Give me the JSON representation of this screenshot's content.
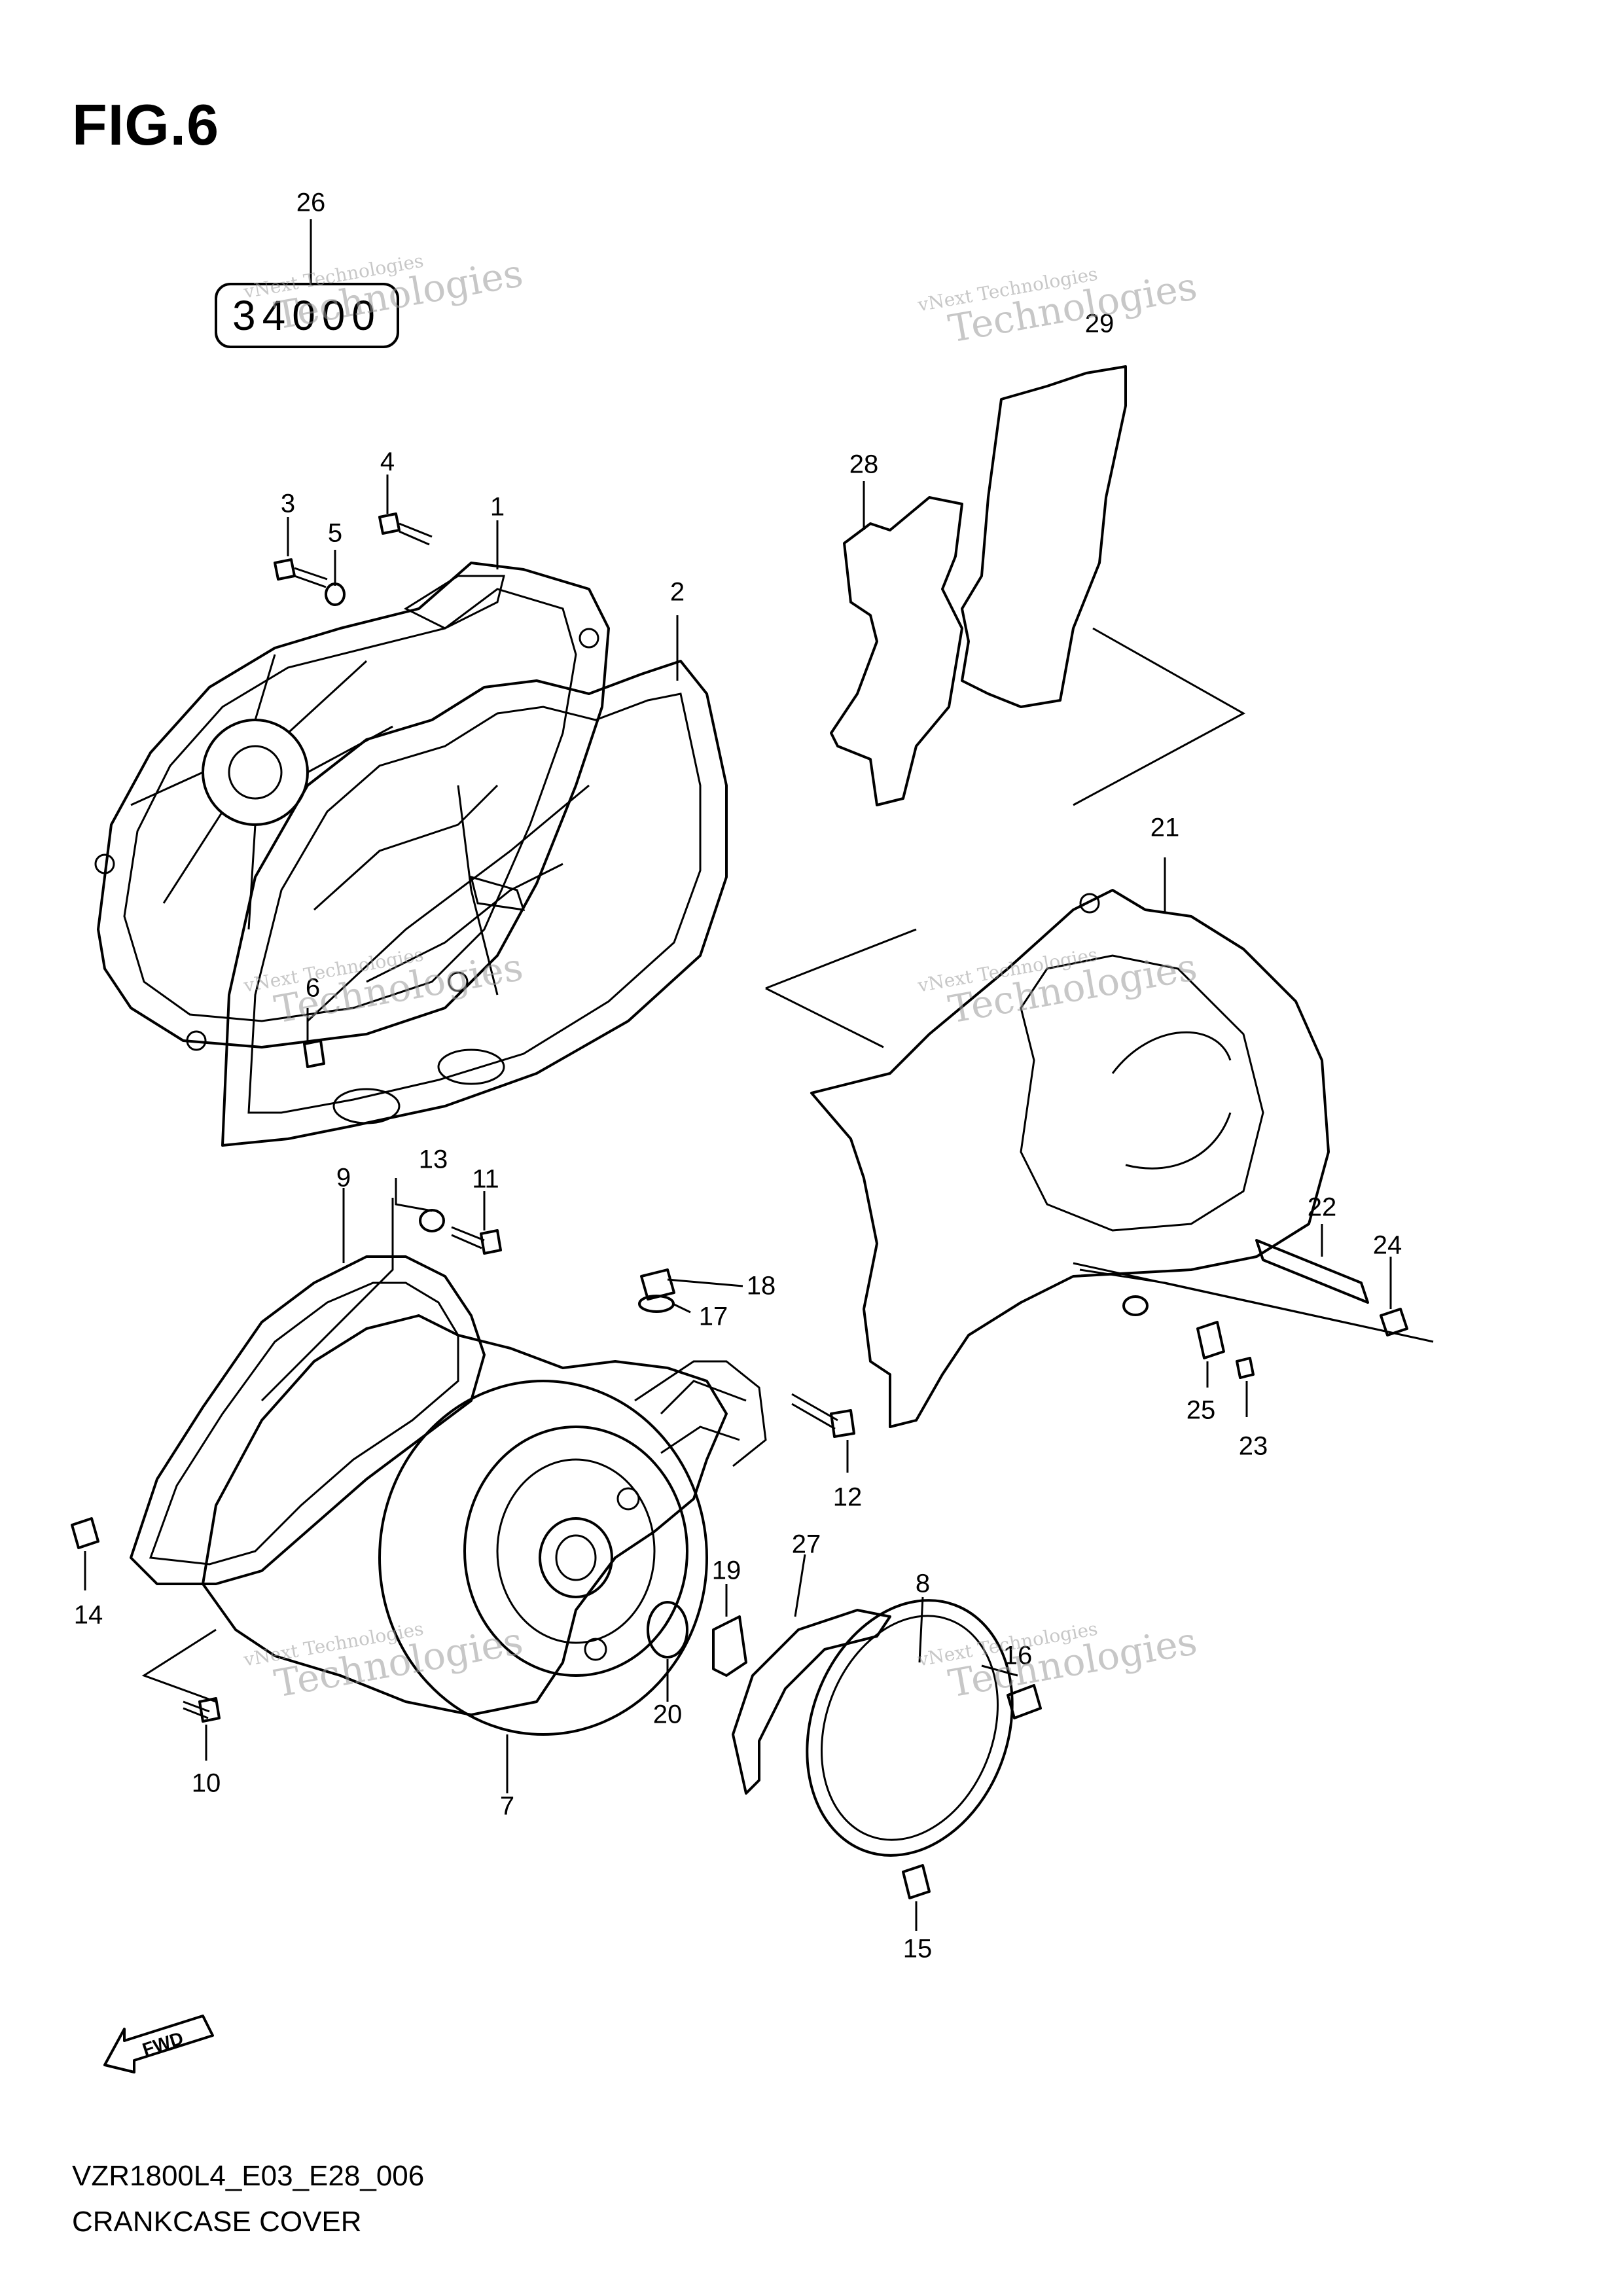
{
  "figure": {
    "label": "FIG.6",
    "model_code": "VZR1800L4_E03_E28_006",
    "section_title": "CRANKCASE COVER",
    "fwd_label": "FWD"
  },
  "part_code_box": {
    "text": "34000"
  },
  "callouts": [
    "1",
    "2",
    "3",
    "4",
    "5",
    "6",
    "7",
    "8",
    "9",
    "10",
    "11",
    "12",
    "13",
    "14",
    "15",
    "16",
    "17",
    "18",
    "19",
    "20",
    "21",
    "22",
    "23",
    "24",
    "25",
    "26",
    "27",
    "28",
    "29"
  ],
  "watermark": {
    "line1": "vNext Technologies",
    "line2": "Technologies"
  },
  "colors": {
    "line": "#000000",
    "background": "#ffffff",
    "watermark": "#9a9a9a"
  }
}
